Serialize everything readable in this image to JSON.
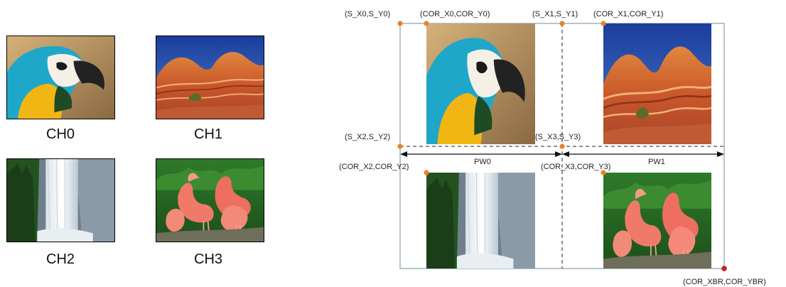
{
  "captions": {
    "ch0": "CH0",
    "ch1": "CH1",
    "ch2": "CH2",
    "ch3": "CH3"
  },
  "coords": {
    "s0": "(S_X0,S_Y0)",
    "cor0": "(COR_X0,COR_Y0)",
    "s1": "(S_X1,S_Y1)",
    "cor1": "(COR_X1,COR_Y1)",
    "s2": "(S_X2,S_Y2)",
    "s3": "(S_X3,S_Y3)",
    "cor2": "(COR_X2,COR_Y2)",
    "cor3": "(COR_X3,COR_Y3)",
    "corbr": "(COR_XBR,COR_YBR)"
  },
  "widths": {
    "pw0": "PW0",
    "pw1": "PW1"
  },
  "colors": {
    "marker_orange": "#e8822a",
    "marker_red": "#cc1f1f",
    "frame": "#8a9cb0"
  }
}
